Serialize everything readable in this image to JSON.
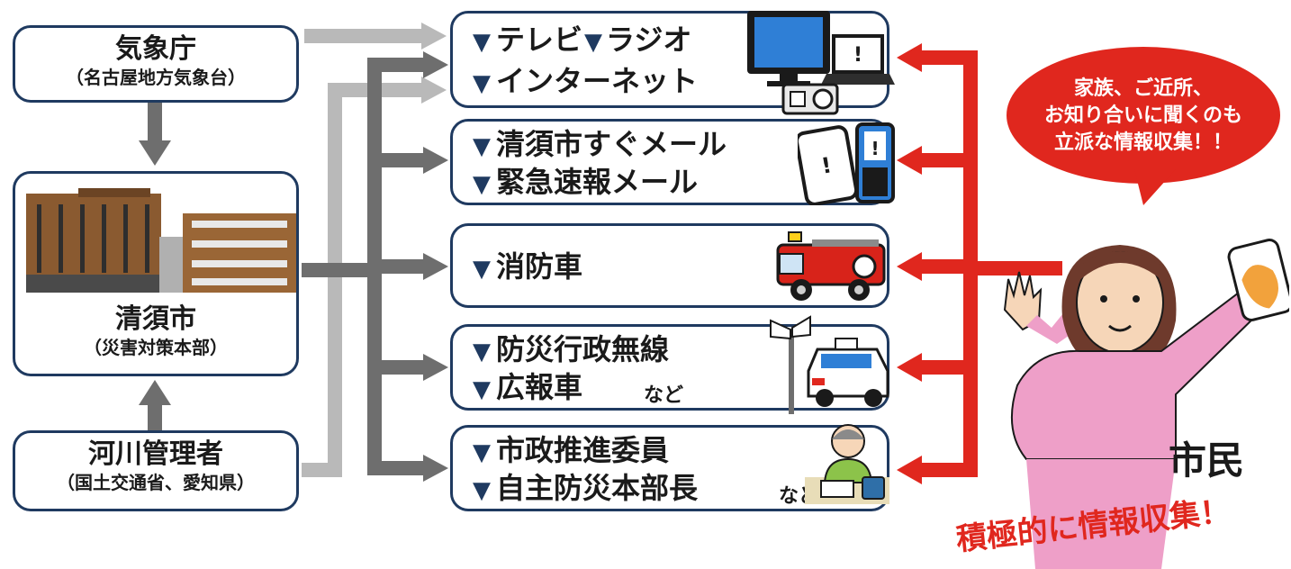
{
  "sources": {
    "jma": {
      "title": "気象庁",
      "subtitle": "（名古屋地方気象台）"
    },
    "city": {
      "title": "清須市",
      "subtitle": "（災害対策本部）"
    },
    "river": {
      "title": "河川管理者",
      "subtitle": "（国土交通省、愛知県）"
    }
  },
  "channels": {
    "media": {
      "line1a": "テレビ",
      "line1b": "ラジオ",
      "line2": "インターネット"
    },
    "mail": {
      "line1": "清須市すぐメール",
      "line2": "緊急速報メール"
    },
    "fire": {
      "line1": "消防車"
    },
    "radio": {
      "line1": "防災行政無線",
      "line2": "広報車",
      "note": "など"
    },
    "people": {
      "line1": "市政推進委員",
      "line2": "自主防災本部長",
      "note": "など"
    }
  },
  "bullet": "▼",
  "citizen": {
    "label": "市民",
    "bubble": [
      "家族、ご近所、",
      "お知り合いに聞くのも",
      "立派な情報収集！！"
    ],
    "slogan": "積極的に情報収集！"
  },
  "colors": {
    "box_border": "#1f3a60",
    "arrow_dark": "#6e6e6e",
    "arrow_light": "#b9b9b9",
    "arrow_red": "#e0271e"
  },
  "icons": [
    "building-icon",
    "tv-icon",
    "laptop-icon",
    "radio-icon",
    "smartphone-icon",
    "mobile-phone-icon",
    "fire-truck-icon",
    "loudspeaker-icon",
    "pr-car-icon",
    "person-on-phone-icon",
    "citizen-woman-icon"
  ]
}
